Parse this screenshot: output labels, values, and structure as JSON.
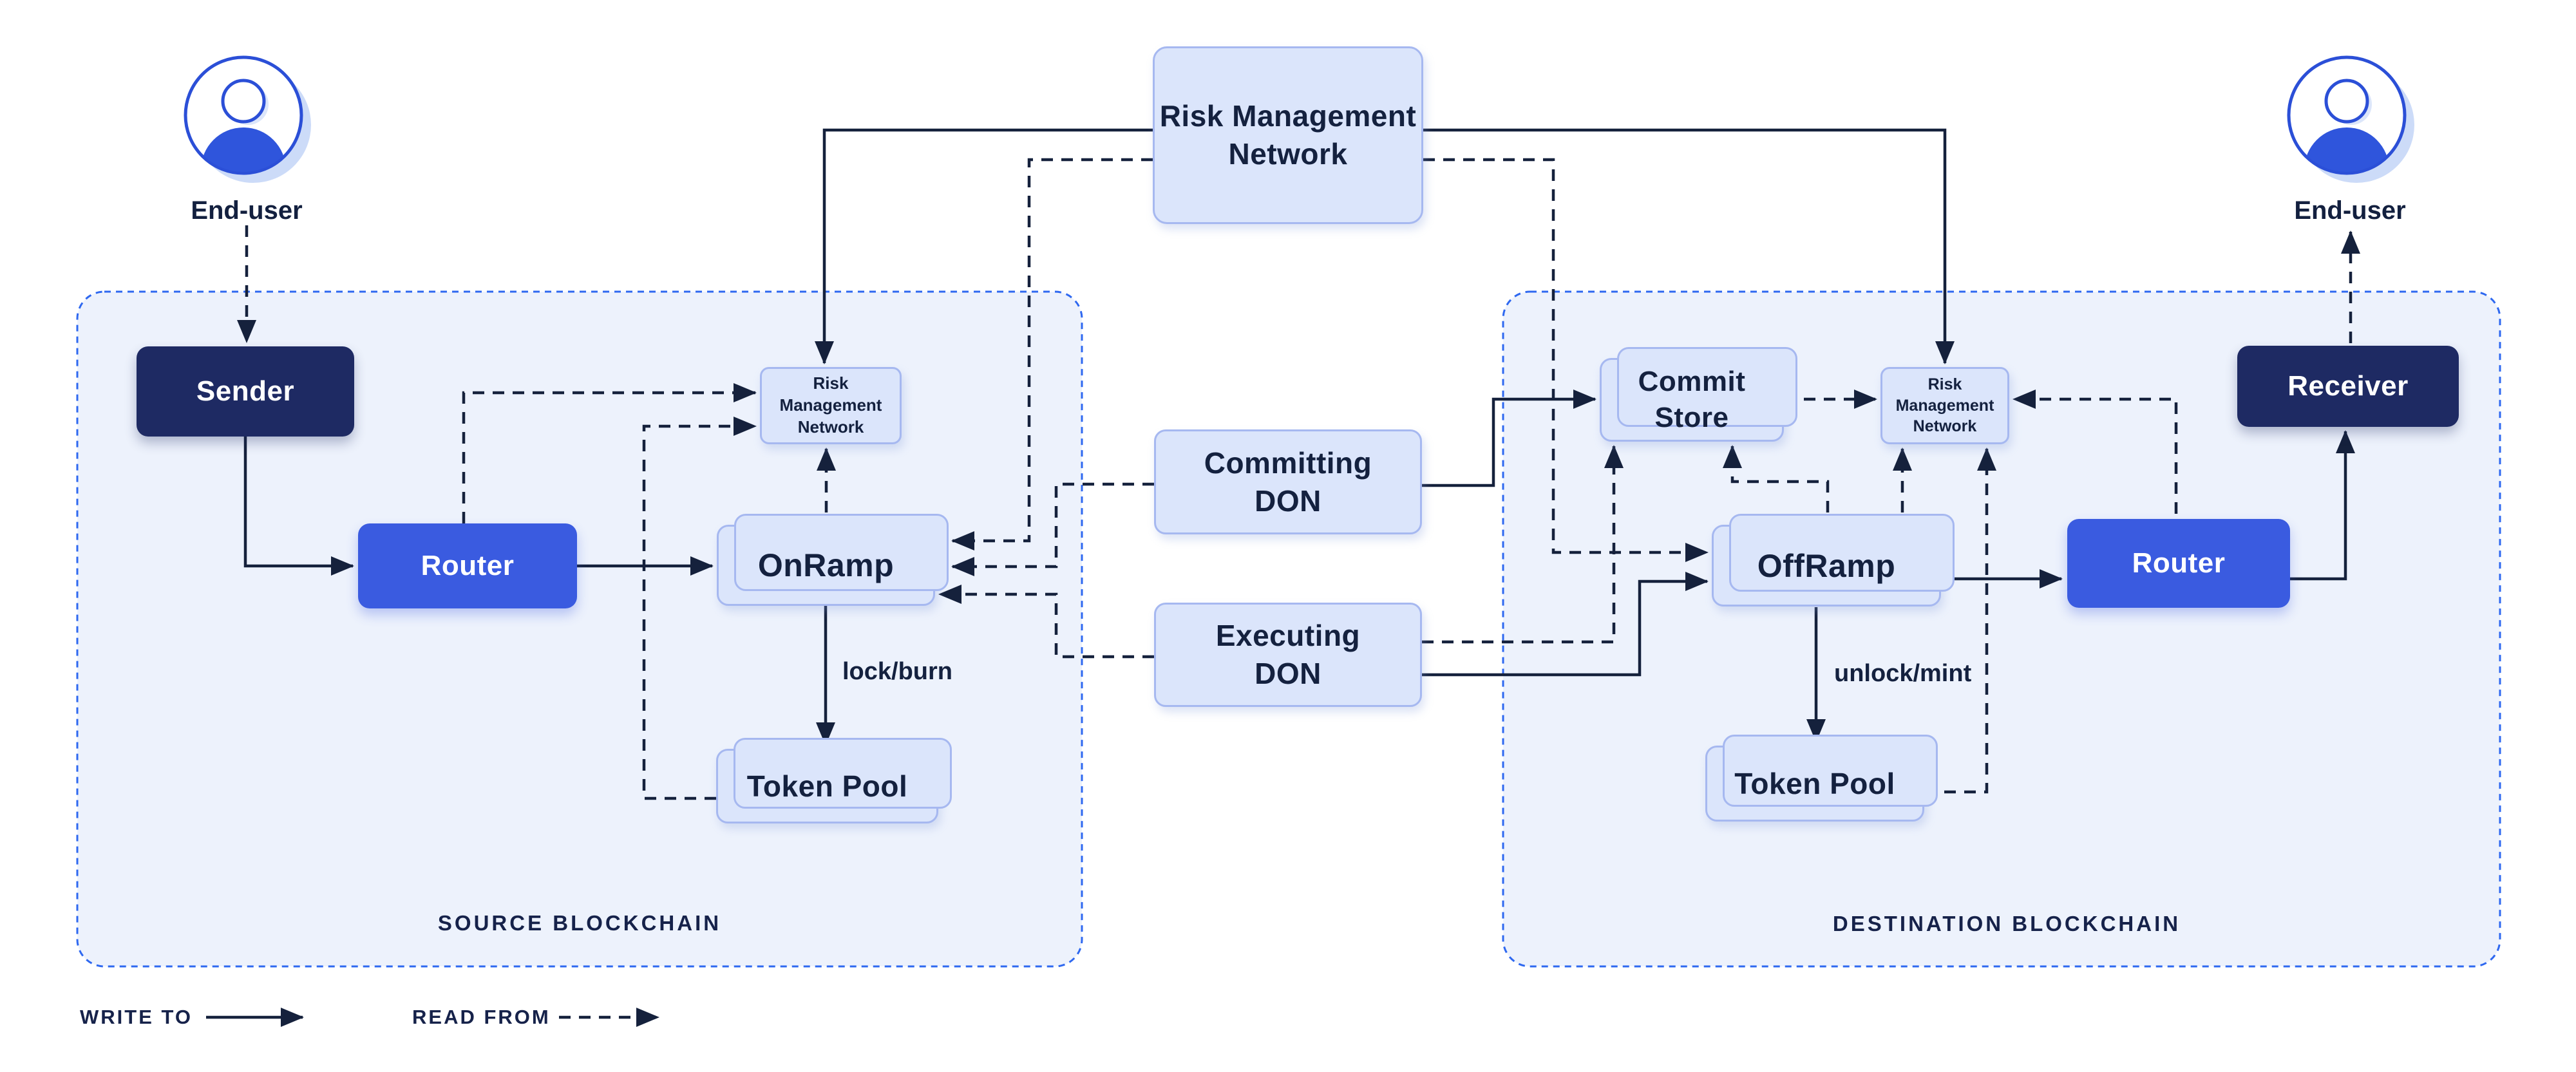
{
  "diagram": {
    "type": "cross-chain-architecture",
    "colors": {
      "background": "#ffffff",
      "container_fill": "#edf2fc",
      "container_border": "#2e68f0",
      "light_box_fill": "#dbe5fb",
      "light_box_border": "#a6b8f0",
      "navy_box": "#1e2a63",
      "blue_box": "#3a5be0",
      "line_and_text": "#15213c",
      "avatar_blue": "#2f55dc",
      "avatar_outline": "#2b4fd7",
      "avatar_shadow": "#ccdbf8"
    }
  },
  "actors": {
    "source_end_user": {
      "label": "End-user"
    },
    "destination_end_user": {
      "label": "End-user"
    }
  },
  "containers": {
    "source": {
      "label": "SOURCE BLOCKCHAIN"
    },
    "destination": {
      "label": "DESTINATION BLOCKCHAIN"
    }
  },
  "nodes": {
    "risk_management_network": {
      "line1": "Risk Management",
      "line2": "Network"
    },
    "sender": {
      "label": "Sender"
    },
    "source_router": {
      "label": "Router"
    },
    "source_risk_management": {
      "line1": "Risk Management",
      "line2": "Network"
    },
    "onramp": {
      "label": "OnRamp"
    },
    "source_token_pool": {
      "label": "Token Pool"
    },
    "committing_don": {
      "line1": "Committing",
      "line2": "DON"
    },
    "executing_don": {
      "line1": "Executing",
      "line2": "DON"
    },
    "commit_store": {
      "line1": "Commit",
      "line2": "Store"
    },
    "destination_risk_management": {
      "line1": "Risk Management",
      "line2": "Network"
    },
    "offramp": {
      "label": "OffRamp"
    },
    "destination_token_pool": {
      "label": "Token Pool"
    },
    "destination_router": {
      "label": "Router"
    },
    "receiver": {
      "label": "Receiver"
    }
  },
  "edge_labels": {
    "lock_burn": "lock/burn",
    "unlock_mint": "unlock/mint"
  },
  "legend": {
    "write_to": "WRITE TO",
    "read_from": "READ FROM"
  }
}
